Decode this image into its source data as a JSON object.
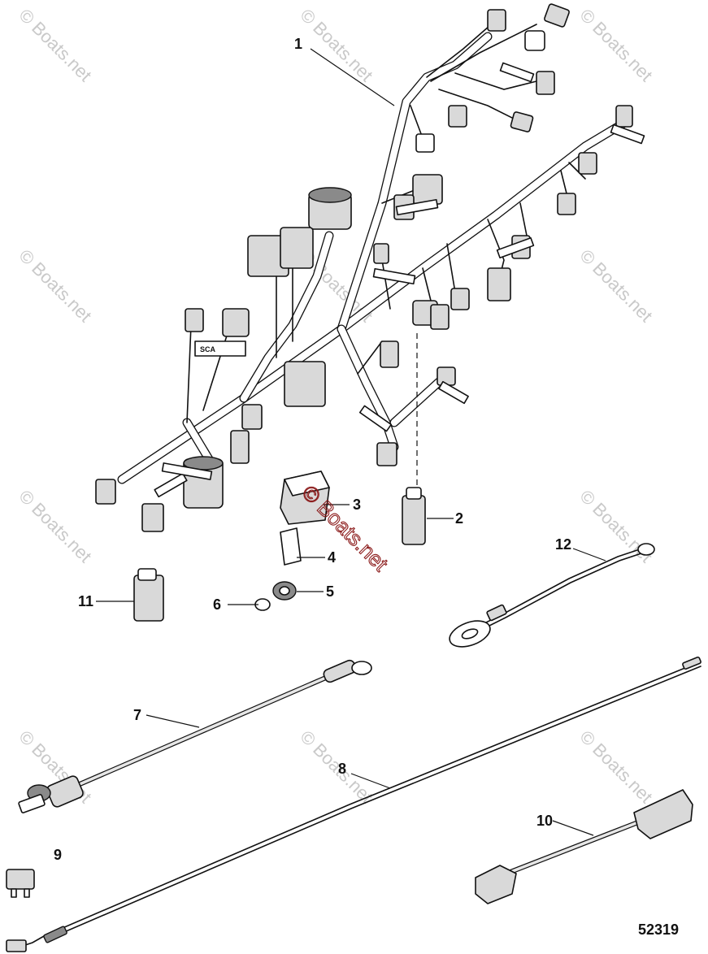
{
  "watermark": {
    "text": "© Boats.net"
  },
  "figure_number": "52319",
  "harness_tag": "SCA",
  "callouts": [
    {
      "id": "1",
      "label": "1"
    },
    {
      "id": "2",
      "label": "2"
    },
    {
      "id": "3",
      "label": "3"
    },
    {
      "id": "4",
      "label": "4"
    },
    {
      "id": "5",
      "label": "5"
    },
    {
      "id": "6",
      "label": "6"
    },
    {
      "id": "7",
      "label": "7"
    },
    {
      "id": "8",
      "label": "8"
    },
    {
      "id": "9",
      "label": "9"
    },
    {
      "id": "10",
      "label": "10"
    },
    {
      "id": "11",
      "label": "11"
    },
    {
      "id": "12",
      "label": "12"
    }
  ]
}
